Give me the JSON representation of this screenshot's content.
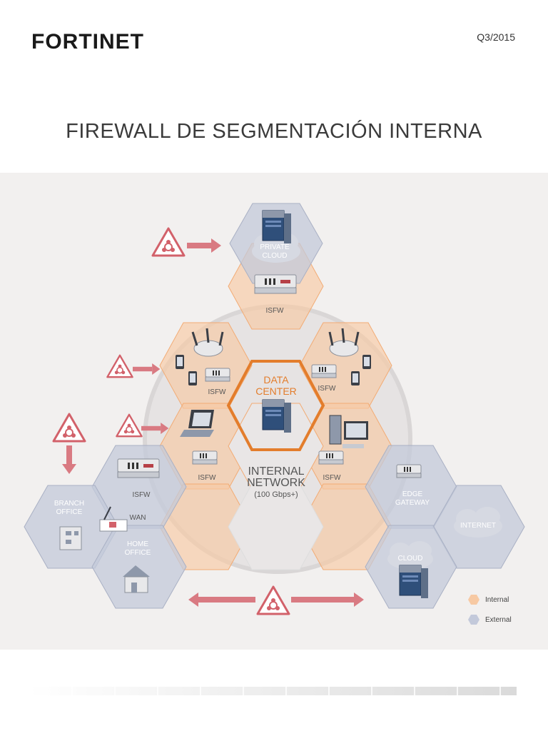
{
  "header": {
    "brand": "FORTINET",
    "date": "Q3/2015",
    "title": "FIREWALL DE SEGMENTACIÓN INTERNA"
  },
  "diagram": {
    "nodes": {
      "private_cloud": "PRIVATE CLOUD",
      "isfw_top": "ISFW",
      "isfw_left": "ISFW",
      "isfw_right": "ISFW",
      "isfw_lower_left": "ISFW",
      "isfw_lower_right": "ISFW",
      "isfw_branch": "ISFW",
      "data_center": "DATA CENTER",
      "internal_network": "INTERNAL NETWORK",
      "internal_network_speed": "(100 Gbps+)",
      "branch_office": "BRANCH OFFICE",
      "wan": "WAN",
      "home_office": "HOME OFFICE",
      "edge_gateway": "EDGE GATEWAY",
      "internet": "INTERNET",
      "cloud": "CLOUD"
    },
    "legend": [
      {
        "label": "Internal",
        "color": "#f7c9a3"
      },
      {
        "label": "External",
        "color": "#c3c9da"
      }
    ],
    "colors": {
      "internal": "#f7c9a3",
      "external": "#c3c9da",
      "threat": "#d2616a",
      "data_center_outline": "#e37d2c"
    }
  }
}
